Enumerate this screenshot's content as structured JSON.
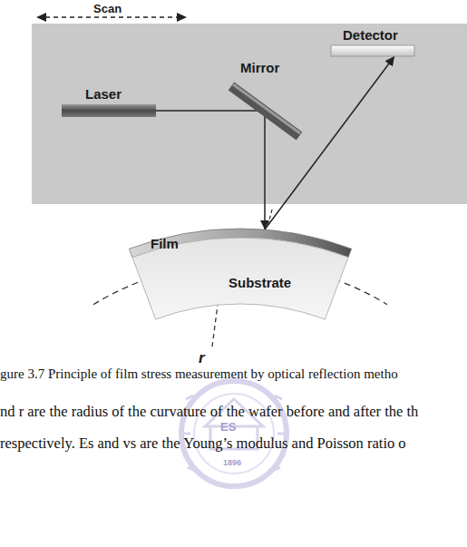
{
  "diagram": {
    "caption": "gure 3.7 Principle of film stress measurement by optical reflection metho",
    "nodes": [
      {
        "text": [
          "Laser"
        ]
      },
      {
        "text": [
          "Mirror"
        ]
      },
      {
        "text": [
          "Detector"
        ]
      },
      {
        "text": [
          "Film"
        ]
      },
      {
        "text": [
          "Substrate"
        ]
      }
    ],
    "edges": [
      {
        "from": 0,
        "to": 1,
        "arrow": "none"
      },
      {
        "from": 1,
        "to": 3,
        "arrow": "to"
      },
      {
        "from": 3,
        "to": 2,
        "arrow": "to"
      }
    ],
    "labels": [
      "Scan",
      "r",
      "nd r are the radius of the curvature of the wafer before and after the th",
      "respectively. Es and vs are the Young’s modulus and Poisson ratio o",
      "ES",
      "1896"
    ]
  }
}
